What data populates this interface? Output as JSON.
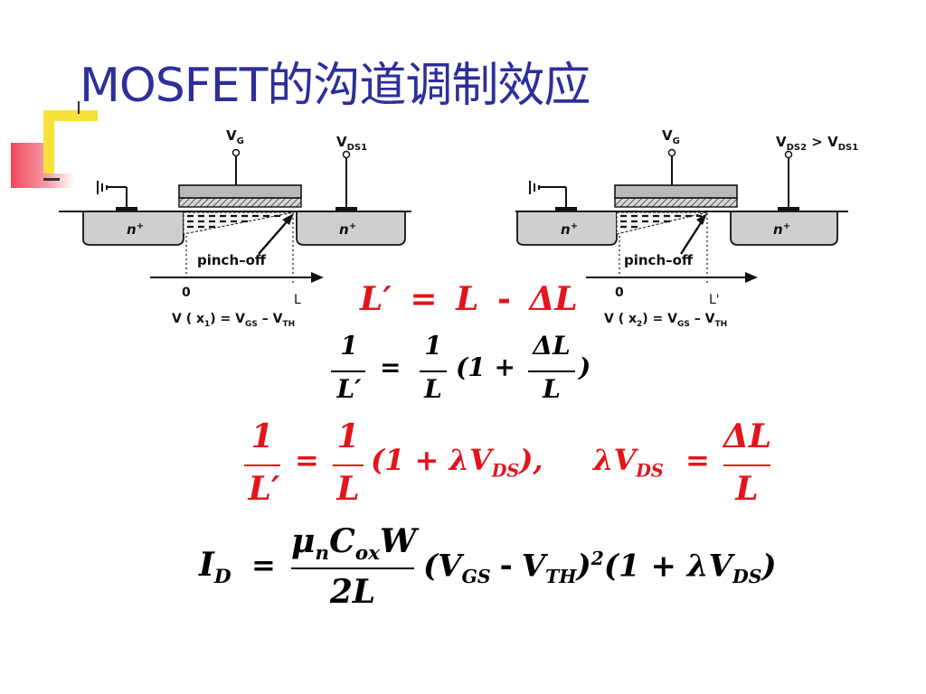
{
  "slide": {
    "title": "MOSFET的沟道调制效应"
  },
  "diagrams": [
    {
      "vg_label": "V",
      "vg_sub": "G",
      "vds_label": "V",
      "vds_sub": "DS1",
      "n_left": "n",
      "n_right": "n",
      "plus": "+",
      "pinch": "pinch–off",
      "axis_zero": "0",
      "length_mark": "L",
      "v_formula": "V ( x",
      "v_idx": "1",
      "v_mid": ") = V",
      "v_gs": "GS",
      "v_minus": " – V",
      "v_th": "TH"
    },
    {
      "vg_label": "V",
      "vg_sub": "G",
      "vds_label": "V",
      "vds_sub": "DS2",
      "vds_gt": " > V",
      "vds_sub2": "DS1",
      "n_left": "n",
      "n_right": "n",
      "plus": "+",
      "pinch": "pinch–off",
      "axis_zero": "0",
      "length_mark": "L'",
      "v_formula": "V ( x",
      "v_idx": "2",
      "v_mid": ") = V",
      "v_gs": "GS",
      "v_minus": " – V",
      "v_th": "TH"
    }
  ],
  "equations": {
    "eq1": {
      "lhs": "L′",
      "eq": "=",
      "rhs1": "L",
      "op": "-",
      "rhs2": "ΔL"
    },
    "eq2": {
      "n1": "1",
      "d1": "L′",
      "eq": "=",
      "n2": "1",
      "d2": "L",
      "open": "(1 +",
      "n3": "ΔL",
      "d3": "L",
      "close": ")"
    },
    "eq3": {
      "n1": "1",
      "d1": "L′",
      "eq": "=",
      "n2": "1",
      "d2": "L",
      "open": "(1 + λV",
      "sub": "DS",
      "close": "),",
      "lam": "λV",
      "sub2": "DS",
      "eq2": "=",
      "n3": "ΔL",
      "d3": "L"
    },
    "eq4": {
      "i": "I",
      "isub": "D",
      "eq": "=",
      "num_mu": "μ",
      "num_n": "n",
      "num_c": "C",
      "num_ox": "ox",
      "num_w": "W",
      "den": "2L",
      "p1": "(V",
      "gs": "GS",
      "minus": "-",
      "v": "V",
      "th": "TH",
      "p2": ")",
      "sq": "2",
      "p3": "(1 + λV",
      "ds": "DS",
      "p4": ")"
    }
  }
}
